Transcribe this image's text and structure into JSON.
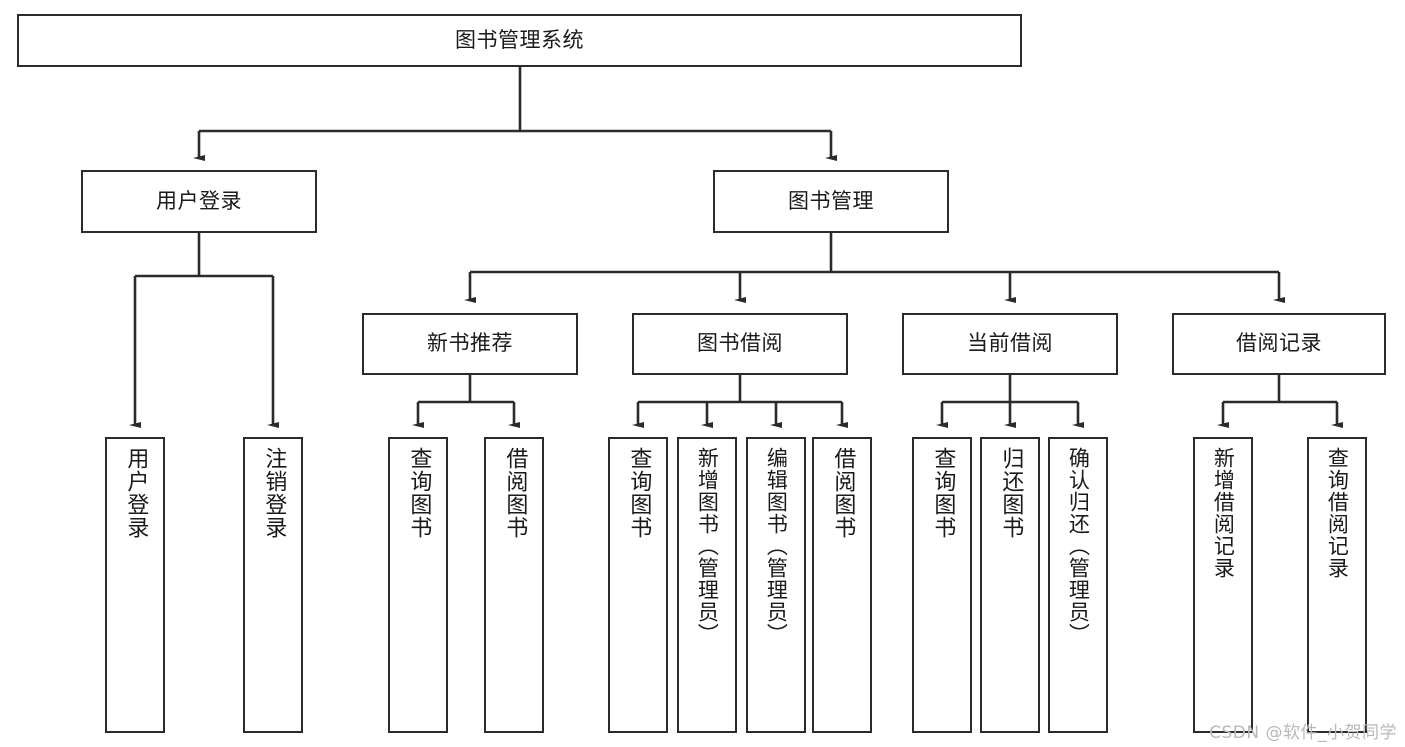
{
  "diagram": {
    "type": "tree",
    "title": "图书管理系统",
    "watermark": "CSDN @软件_小贺同学",
    "root": {
      "id": "root",
      "label": "图书管理系统",
      "orientation": "horizontal"
    },
    "level2": [
      {
        "id": "user-login",
        "label": "用户登录",
        "orientation": "horizontal"
      },
      {
        "id": "book-manage",
        "label": "图书管理",
        "orientation": "horizontal"
      }
    ],
    "level3": [
      {
        "id": "new-book-rec",
        "label": "新书推荐",
        "orientation": "horizontal",
        "parent": "book-manage"
      },
      {
        "id": "book-borrow",
        "label": "图书借阅",
        "orientation": "horizontal",
        "parent": "book-manage"
      },
      {
        "id": "current-borrow",
        "label": "当前借阅",
        "orientation": "horizontal",
        "parent": "book-manage"
      },
      {
        "id": "borrow-record",
        "label": "借阅记录",
        "orientation": "horizontal",
        "parent": "book-manage"
      }
    ],
    "leaves": [
      {
        "id": "leaf-user-login",
        "label": "用户登录",
        "orientation": "vertical",
        "parent": "user-login"
      },
      {
        "id": "leaf-user-logout",
        "label": "注销登录",
        "orientation": "vertical",
        "parent": "user-login"
      },
      {
        "id": "leaf-query-book-1",
        "label": "查询图书",
        "orientation": "vertical",
        "parent": "new-book-rec"
      },
      {
        "id": "leaf-borrow-book-1",
        "label": "借阅图书",
        "orientation": "vertical",
        "parent": "new-book-rec"
      },
      {
        "id": "leaf-query-book-2",
        "label": "查询图书",
        "orientation": "vertical",
        "parent": "book-borrow"
      },
      {
        "id": "leaf-add-book",
        "label": "新增图书（管理员）",
        "orientation": "vertical",
        "parent": "book-borrow"
      },
      {
        "id": "leaf-edit-book",
        "label": "编辑图书（管理员）",
        "orientation": "vertical",
        "parent": "book-borrow"
      },
      {
        "id": "leaf-borrow-book-2",
        "label": "借阅图书",
        "orientation": "vertical",
        "parent": "book-borrow"
      },
      {
        "id": "leaf-query-book-3",
        "label": "查询图书",
        "orientation": "vertical",
        "parent": "current-borrow"
      },
      {
        "id": "leaf-return-book",
        "label": "归还图书",
        "orientation": "vertical",
        "parent": "current-borrow"
      },
      {
        "id": "leaf-confirm-return",
        "label": "确认归还（管理员）",
        "orientation": "vertical",
        "parent": "current-borrow"
      },
      {
        "id": "leaf-add-record",
        "label": "新增借阅记录",
        "orientation": "vertical",
        "parent": "borrow-record"
      },
      {
        "id": "leaf-query-record",
        "label": "查询借阅记录",
        "orientation": "vertical",
        "parent": "borrow-record"
      }
    ],
    "colors": {
      "stroke": "#2b2b2b",
      "fill": "#ffffff",
      "text": "#1a1a1a",
      "watermark": "#b9b9b9"
    }
  }
}
